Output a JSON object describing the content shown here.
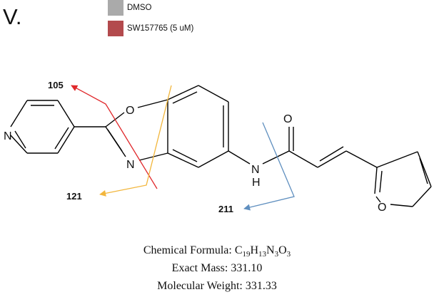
{
  "panel_label": "V.",
  "legend": [
    {
      "label": "DMSO",
      "color": "#aaaaaa"
    },
    {
      "label": "SW157765 (5 uM)",
      "color": "#b34a4d"
    }
  ],
  "fragments": [
    {
      "label": "105",
      "color": "#e0282b"
    },
    {
      "label": "121",
      "color": "#f2b63c"
    },
    {
      "label": "211",
      "color": "#5f8fbf"
    }
  ],
  "atoms": {
    "pyridine_n": "N",
    "oxazole_o": "O",
    "oxazole_n": "N",
    "amide_n": "N",
    "amide_h": "H",
    "carbonyl_o": "O",
    "furan_o": "O"
  },
  "info": {
    "formula_prefix": "Chemical Formula: ",
    "formula_parts": [
      {
        "el": "C",
        "n": "19"
      },
      {
        "el": "H",
        "n": "13"
      },
      {
        "el": "N",
        "n": "3"
      },
      {
        "el": "O",
        "n": "3"
      }
    ],
    "exact_mass": "Exact Mass: 331.10",
    "molecular_weight": "Molecular Weight: 331.33"
  }
}
